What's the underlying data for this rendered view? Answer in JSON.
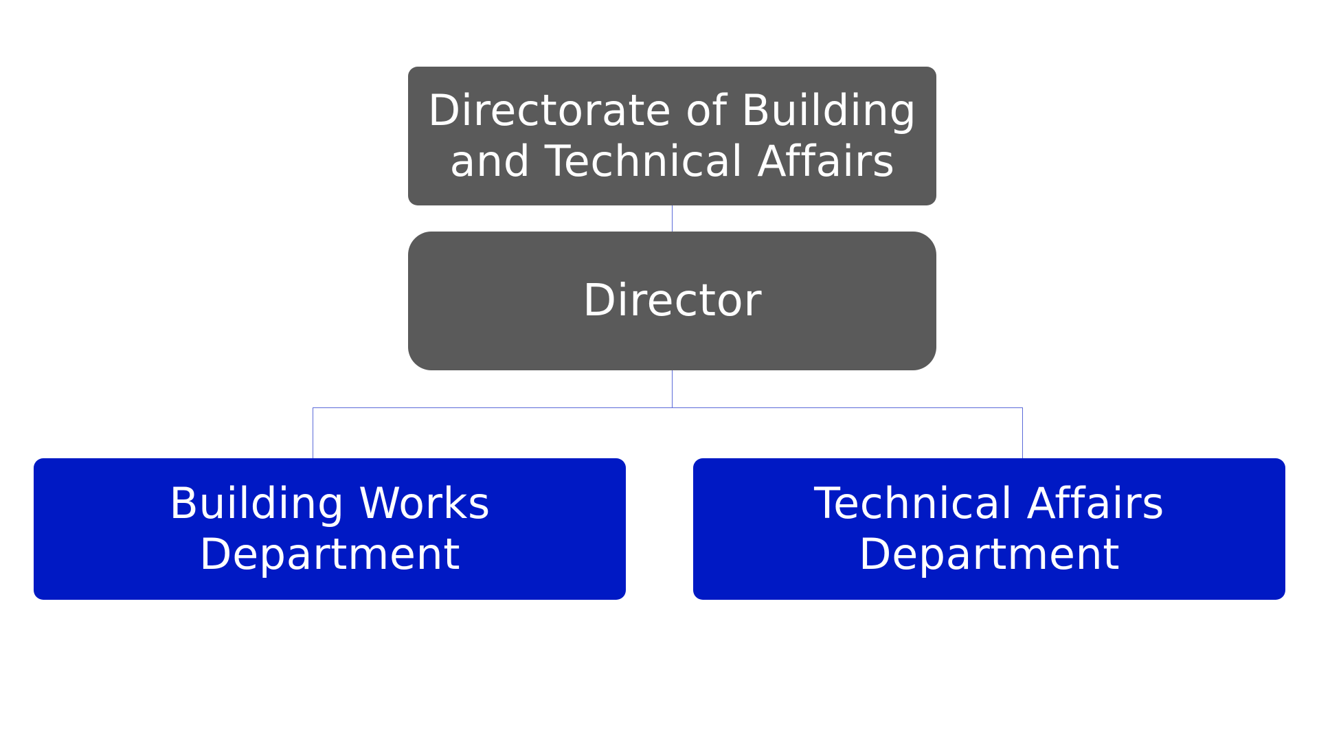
{
  "chart": {
    "root": {
      "label": "Directorate of Building and Technical Affairs"
    },
    "director": {
      "label": "Director"
    },
    "departments": [
      {
        "label": "Building Works Department"
      },
      {
        "label": "Technical Affairs Department"
      }
    ]
  },
  "colors": {
    "header": "#5a5a5a",
    "department": "#0019c4",
    "connector": "#5b6ad8"
  }
}
